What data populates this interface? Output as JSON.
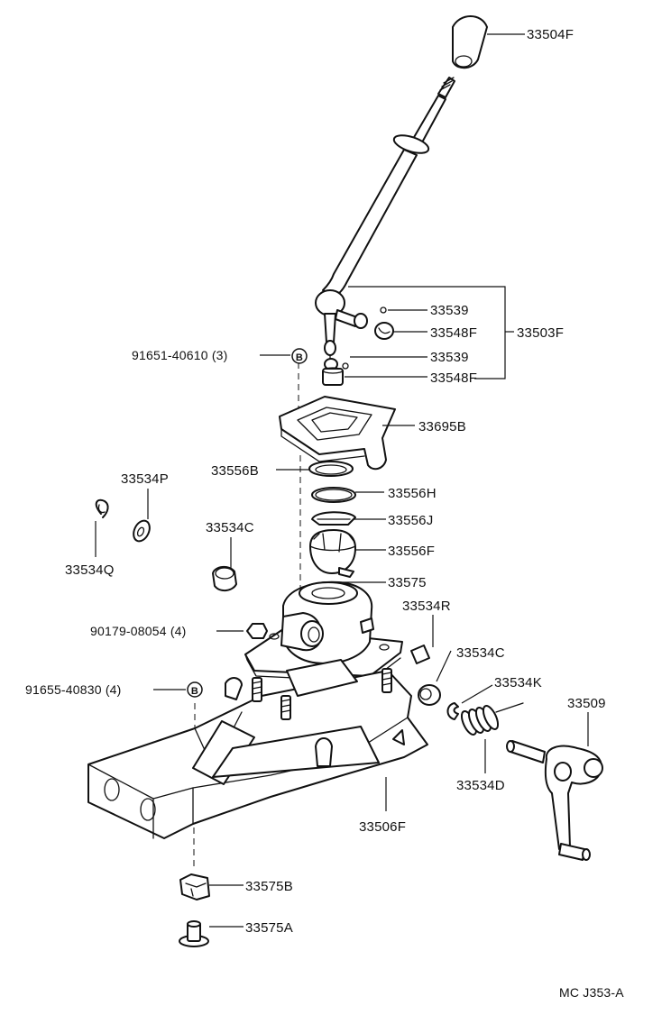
{
  "labels": {
    "p33504F": "33504F",
    "p33539a": "33539",
    "p33548Fa": "33548F",
    "p33503F": "33503F",
    "p33539b": "33539",
    "p33548Fb": "33548F",
    "p91651": "91651-40610 (3)",
    "p33695B": "33695B",
    "p33534P": "33534P",
    "p33556B": "33556B",
    "p33556H": "33556H",
    "p33556J": "33556J",
    "p33534C_a": "33534C",
    "p33556F": "33556F",
    "p33534Q": "33534Q",
    "p33575": "33575",
    "p33534R": "33534R",
    "p90179": "90179-08054 (4)",
    "p33534C_b": "33534C",
    "p33534K": "33534K",
    "p33509": "33509",
    "p91655": "91655-40830 (4)",
    "p33534D": "33534D",
    "p33506F": "33506F",
    "p33575B": "33575B",
    "p33575A": "33575A",
    "marker": "B",
    "footer": "MC J353-A"
  }
}
